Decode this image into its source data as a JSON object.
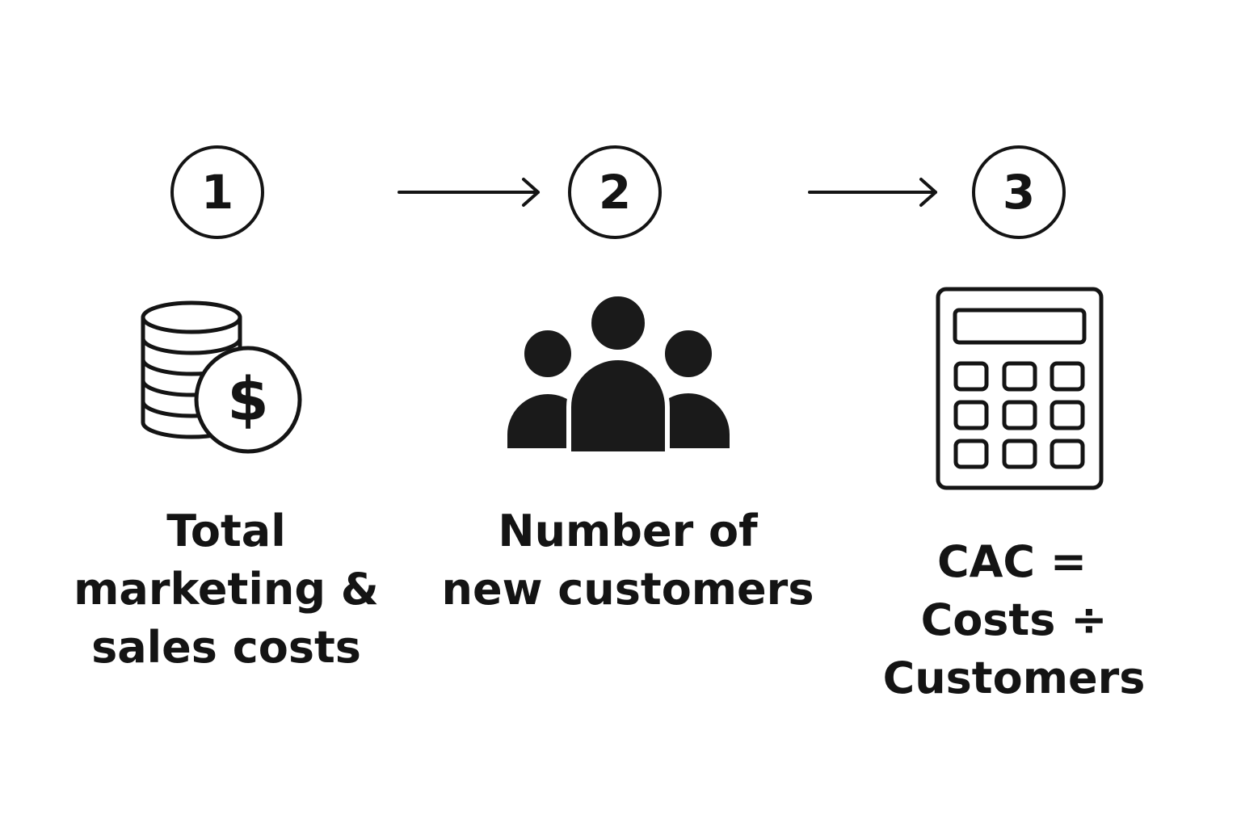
{
  "steps": [
    {
      "number": "1",
      "icon": "coins-dollar-icon",
      "label_lines": [
        "Total",
        "marketing &",
        "sales costs"
      ]
    },
    {
      "number": "2",
      "icon": "people-group-icon",
      "label_lines": [
        "Number of",
        "new customers"
      ]
    },
    {
      "number": "3",
      "icon": "calculator-icon",
      "label_lines": [
        "CAC =",
        "Costs ÷",
        "Customers"
      ]
    }
  ],
  "colors": {
    "ink": "#141414",
    "background": "#ffffff"
  }
}
